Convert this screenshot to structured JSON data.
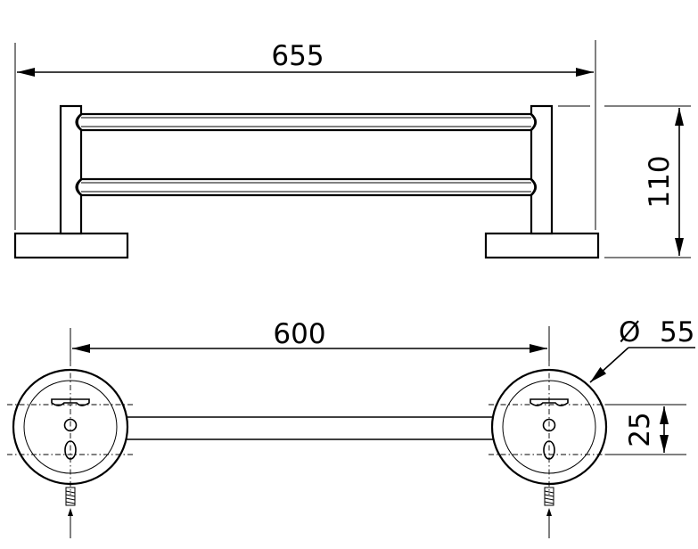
{
  "dimensions": {
    "overall_length": "655",
    "height": "110",
    "center_distance": "600",
    "diameter_symbol": "Ø",
    "diameter": "55",
    "offset": "25"
  }
}
